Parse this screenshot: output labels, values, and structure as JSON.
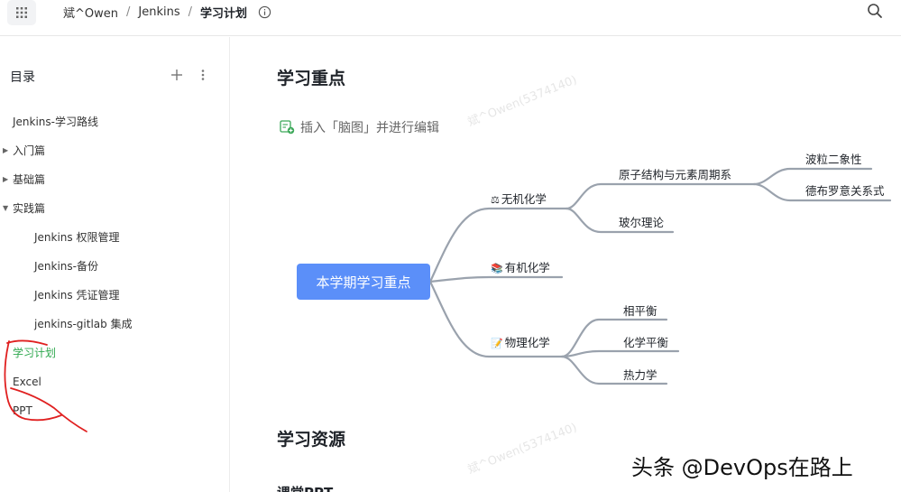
{
  "breadcrumb": {
    "items": [
      "斌^Owen",
      "Jenkins",
      "学习计划"
    ],
    "separator": "/"
  },
  "sidebar": {
    "title": "目录",
    "items": [
      {
        "label": "Jenkins-学习路线",
        "level": 0,
        "arrow": ""
      },
      {
        "label": "入门篇",
        "level": 0,
        "arrow": "▶"
      },
      {
        "label": "基础篇",
        "level": 0,
        "arrow": "▶"
      },
      {
        "label": "实践篇",
        "level": 0,
        "arrow": "▼"
      },
      {
        "label": "Jenkins 权限管理",
        "level": 1,
        "arrow": ""
      },
      {
        "label": "Jenkins-备份",
        "level": 1,
        "arrow": ""
      },
      {
        "label": "Jenkins 凭证管理",
        "level": 1,
        "arrow": ""
      },
      {
        "label": "jenkins-gitlab 集成",
        "level": 1,
        "arrow": ""
      },
      {
        "label": "学习计划",
        "level": 0,
        "arrow": "",
        "active": true
      },
      {
        "label": "Excel",
        "level": 0,
        "arrow": ""
      },
      {
        "label": "PPT",
        "level": 0,
        "arrow": ""
      }
    ]
  },
  "content": {
    "heading1": "学习重点",
    "insert_mindmap": "插入「脑图」并进行编辑",
    "heading2": "学习资源",
    "heading3": "课堂PPT"
  },
  "mindmap": {
    "root": "本学期学习重点",
    "branches": [
      {
        "emoji": "⚖",
        "label": "无机化学"
      },
      {
        "emoji": "📚",
        "label": "有机化学"
      },
      {
        "emoji": "📝",
        "label": "物理化学"
      }
    ],
    "sub": {
      "atom": "原子结构与元素周期系",
      "bohr": "玻尔理论",
      "wave": "波粒二象性",
      "broglie": "德布罗意关系式",
      "phase": "相平衡",
      "chem_eq": "化学平衡",
      "thermo": "热力学"
    }
  },
  "watermark": "斌^Owen(5374140)",
  "brand_overlay": "头条 @DevOps在路上",
  "colors": {
    "accent": "#5b8ff9",
    "active_item": "#2fa84f",
    "mindmap_line": "#9aa2ad"
  },
  "icons": [
    "apps-grid-icon",
    "info-icon",
    "search-icon",
    "plus-icon",
    "more-vertical-icon",
    "mindmap-insert-icon"
  ]
}
